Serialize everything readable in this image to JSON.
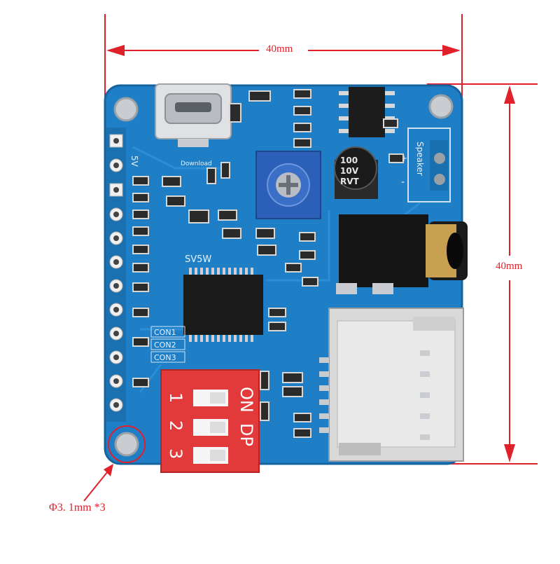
{
  "dimensions": {
    "width_label": "40mm",
    "height_label": "40mm",
    "hole_label": "Φ3. 1mm *3"
  },
  "silkscreen": {
    "header_label": "5V",
    "download_label": "Download",
    "speaker_label": "Speaker",
    "speaker_plus": "+",
    "speaker_minus": "-",
    "chip_label": "SV5W",
    "con1": "CON1",
    "con2": "CON2",
    "con3": "CON3"
  },
  "capacitor": {
    "line1": "100",
    "line2": "10V",
    "line3": "RVT"
  },
  "dip_switch": {
    "on_label": "ON",
    "dp_label": "DP",
    "positions": [
      "1",
      "2",
      "3"
    ]
  },
  "colors": {
    "board": "#1f7fc6",
    "dimension": "#e0202a",
    "dip_switch": "#e23a3a",
    "sd_slot": "#d9d9d9"
  }
}
